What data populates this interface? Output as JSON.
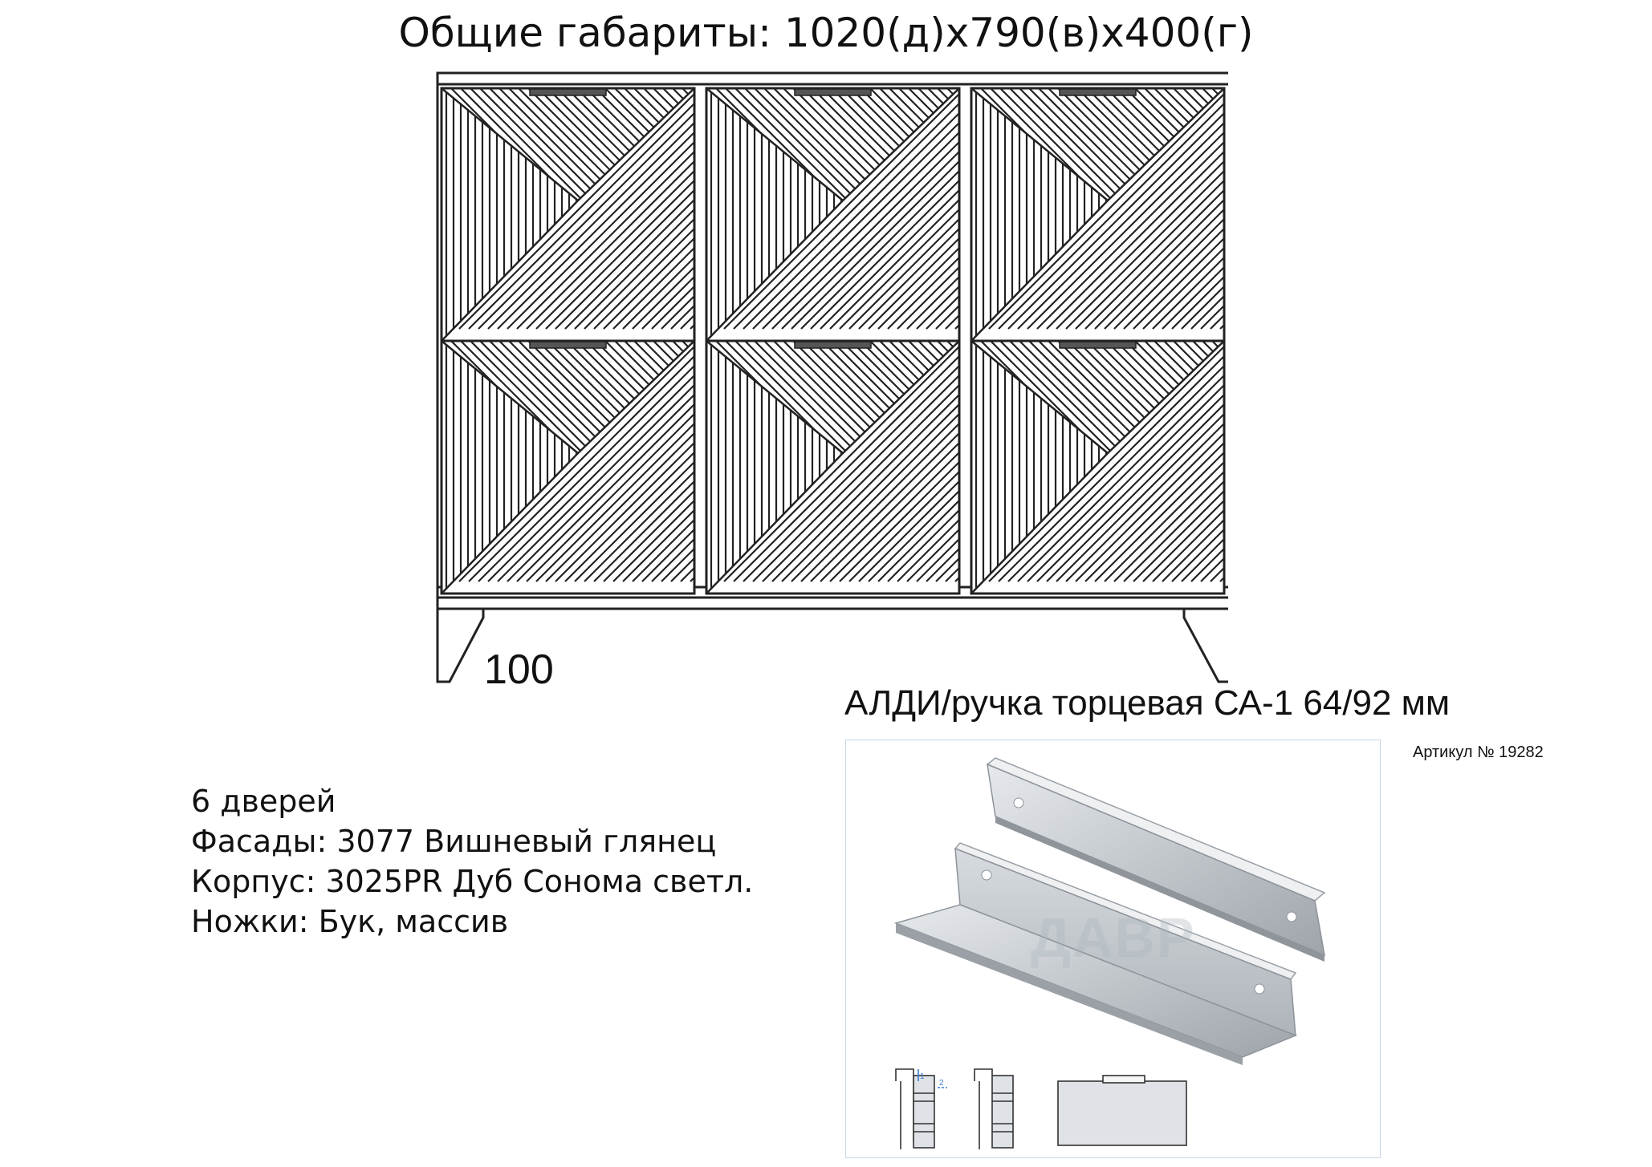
{
  "dimensions_title": "Общие габариты: 1020(д)х790(в)х400(г)",
  "leg_height_label": "100",
  "specs": {
    "doors": "6 дверей",
    "facades": "Фасады: 3077 Вишневый глянец",
    "body": "Корпус: 3025PR Дуб Сонома светл.",
    "legs": "Ножки: Бук, массив"
  },
  "handle": {
    "title": "АЛДИ/ручка торцевая СА-1 64/92 мм",
    "article": "Артикул № 19282",
    "watermark": "ДАВР",
    "diagram_labels": [
      "1",
      "2"
    ]
  },
  "colors": {
    "line": "#222222",
    "handle_metal": "#c9ced3",
    "frame_border": "#c8d6e4"
  }
}
